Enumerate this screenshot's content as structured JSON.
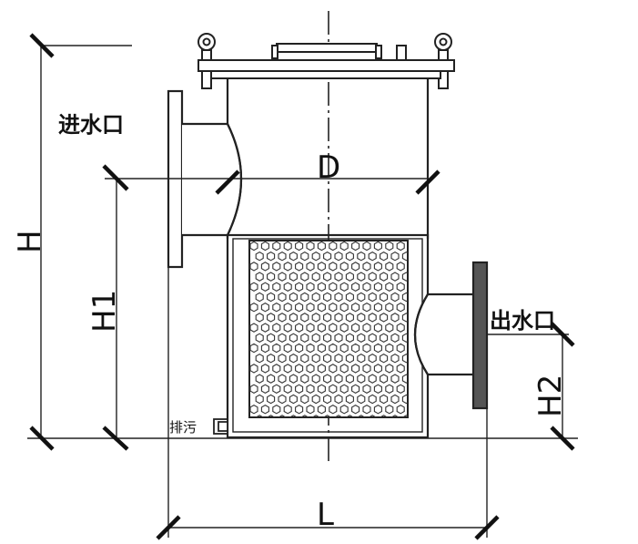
{
  "labels": {
    "inlet": "进水口",
    "outlet": "出水口",
    "drain": "排污",
    "dim_H": "H",
    "dim_H1": "H1",
    "dim_H2": "H2",
    "dim_L": "L",
    "dim_D": "D"
  },
  "colors": {
    "line": "#222222",
    "flange_fill": "#555555",
    "background": "#ffffff"
  }
}
